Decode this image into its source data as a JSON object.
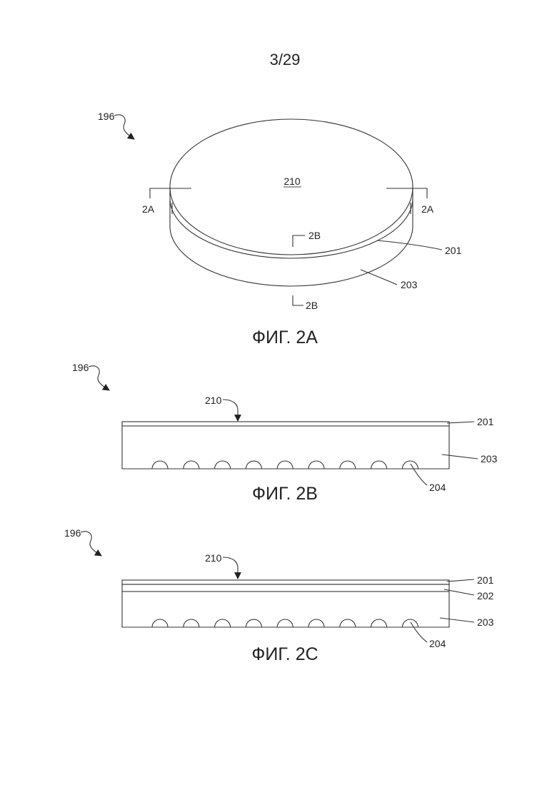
{
  "page": {
    "number": "3/29"
  },
  "figure_2a": {
    "caption": "ФИГ. 2А",
    "ref_device": "196",
    "ref_top_surface": "210",
    "section_a_left": "2A",
    "section_a_right": "2A",
    "section_b_top": "2B",
    "section_b_bottom": "2B",
    "ref_layer_top": "201",
    "ref_layer_base": "203"
  },
  "figure_2b": {
    "caption": "ФИГ. 2В",
    "ref_device": "196",
    "ref_top_surface": "210",
    "ref_layer_top": "201",
    "ref_layer_base": "203",
    "ref_grooves": "204",
    "groove_count": 9
  },
  "figure_2c": {
    "caption": "ФИГ. 2С",
    "ref_device": "196",
    "ref_top_surface": "210",
    "ref_layer_top": "201",
    "ref_layer_middle": "202",
    "ref_layer_base": "203",
    "ref_grooves": "204",
    "groove_count": 9
  }
}
